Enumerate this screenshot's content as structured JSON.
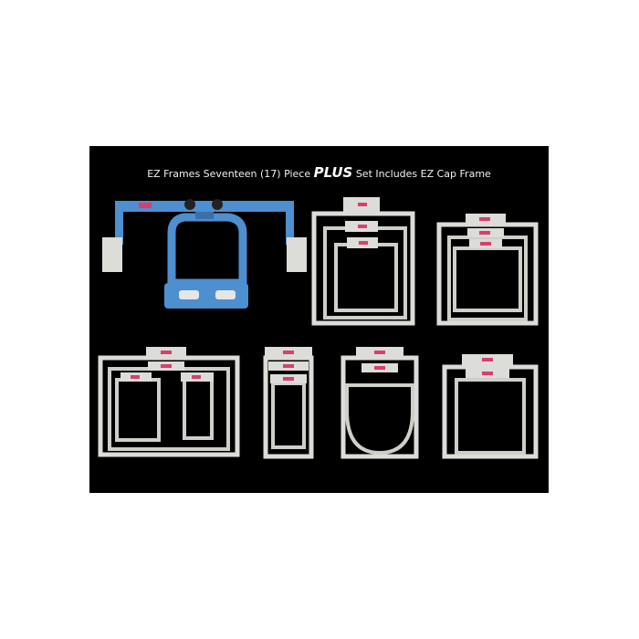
{
  "caption": {
    "before": "EZ Frames Seventeen (17) Piece",
    "emphasis": "PLUS",
    "after": "Set Includes EZ Cap Frame"
  },
  "colors": {
    "background": "#000000",
    "page": "#ffffff",
    "frame_white": "#dcdcd8",
    "frame_shadow": "#a8a8a4",
    "cap_blue": "#4d8fcf",
    "label_pink": "#d6406e"
  },
  "icons": [
    "cap-frame-icon",
    "embroidery-hoop-icon"
  ]
}
